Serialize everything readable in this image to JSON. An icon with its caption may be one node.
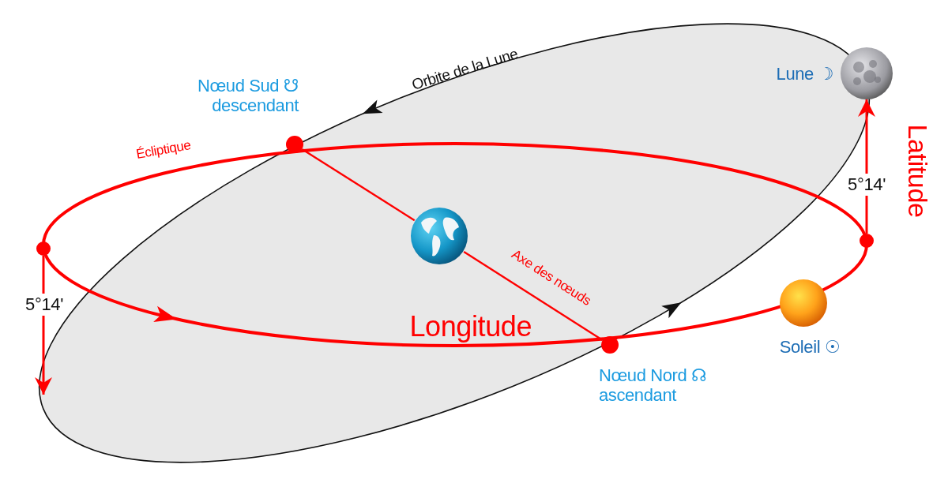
{
  "diagram": {
    "nodes": [
      {
        "text": [
          "Nœud Sud ☋ descendant"
        ]
      },
      {
        "text": [],
        "shape": "picture"
      },
      {
        "text": [
          "Nœud Nord ☊ ascendant"
        ]
      },
      {
        "text": [
          "Lune ☽"
        ]
      },
      {
        "text": [
          "Soleil ☉"
        ]
      },
      {
        "text": [],
        "shape": "circle"
      },
      {
        "text": [],
        "shape": "circle"
      }
    ],
    "edges": [
      {
        "from": 0,
        "to": 1,
        "arrow": "none"
      },
      {
        "from": 1,
        "to": 2,
        "arrow": "none",
        "label": "Axe des nœuds"
      },
      {
        "from": 6,
        "to": 3,
        "arrow": "to",
        "label": "5°14'"
      },
      {
        "from": 5,
        "to": null,
        "arrow": "to",
        "label": "5°14'"
      }
    ],
    "labels": [
      "Orbite de la Lune",
      "Écliptique",
      "Longitude",
      "Latitude"
    ]
  }
}
